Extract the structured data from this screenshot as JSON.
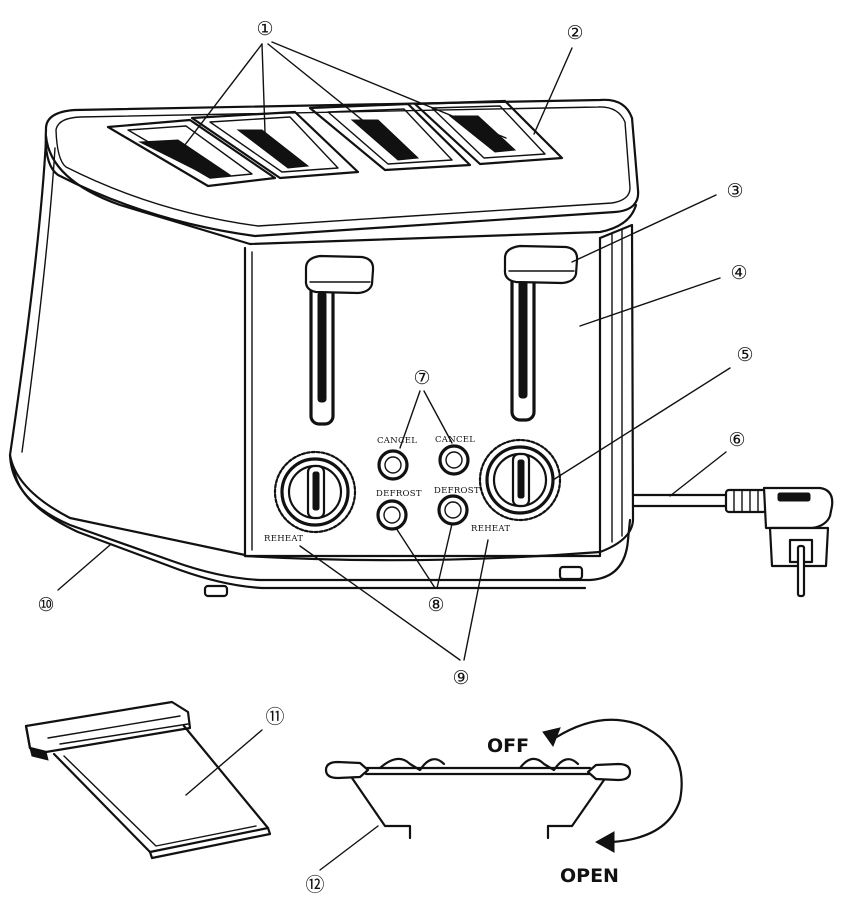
{
  "callouts": [
    "①",
    "②",
    "③",
    "④",
    "⑤",
    "⑥",
    "⑦",
    "⑧",
    "⑨",
    "⑩",
    "⑪",
    "⑫"
  ],
  "panel_labels": {
    "cancel_left": "CANCEL",
    "cancel_right": "CANCEL",
    "defrost_left": "DEFROST",
    "defrost_right": "DEFROST",
    "reheat_left": "REHEAT",
    "reheat_right": "REHEAT"
  },
  "rack_labels": {
    "off": "OFF",
    "open": "OPEN"
  }
}
